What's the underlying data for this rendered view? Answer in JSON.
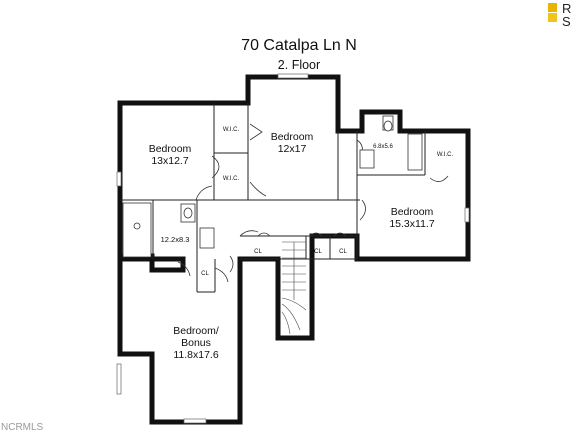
{
  "title": {
    "address": "70 Catalpa Ln N",
    "floor": "2. Floor"
  },
  "rooms": {
    "bedroom_nw": {
      "name": "Bedroom",
      "dims": "13x12.7"
    },
    "bedroom_center": {
      "name": "Bedroom",
      "dims": "12x17"
    },
    "bedroom_east": {
      "name": "Bedroom",
      "dims": "15.3x11.7"
    },
    "bonus": {
      "name": "Bedroom/",
      "name2": "Bonus",
      "dims": "11.8x17.6"
    },
    "bath_west": {
      "dims": "12.2x8.3"
    },
    "bath_east": {
      "dims": "6.8x5.6"
    }
  },
  "labels": {
    "wic_1": "W.I.C.",
    "wic_2": "W.I.C.",
    "wic_3": "W.I.C.",
    "cl_1": "CL",
    "cl_2": "CL",
    "cl_3": "CL",
    "cl_4": "CL"
  },
  "branding": {
    "logo_line1": "R",
    "logo_line2": "S",
    "watermark": "NCRMLS"
  },
  "colors": {
    "walls": "#111111",
    "background": "#ffffff",
    "logo_accent": "#e8b400"
  }
}
